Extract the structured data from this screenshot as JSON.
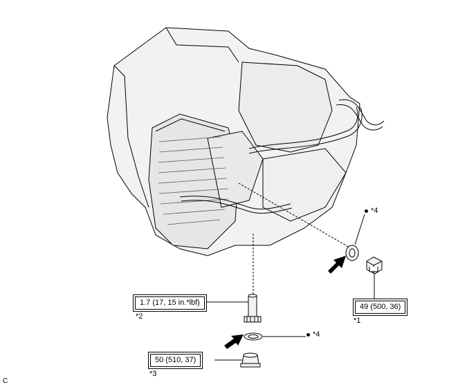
{
  "torque_specs": {
    "spec_1": "49 (500, 36)",
    "spec_2": "1.7 (17, 15 in.*lbf)",
    "spec_3": "50 (510, 37)"
  },
  "callouts": {
    "ref_1": "*1",
    "ref_2": "*2",
    "ref_3": "*3",
    "ref_4_upper": "*4",
    "ref_4_lower": "*4"
  },
  "corner_label": "C",
  "colors": {
    "line": "#000000",
    "part_fill": "#f2f2f2",
    "shade": "#bdbdbd"
  }
}
